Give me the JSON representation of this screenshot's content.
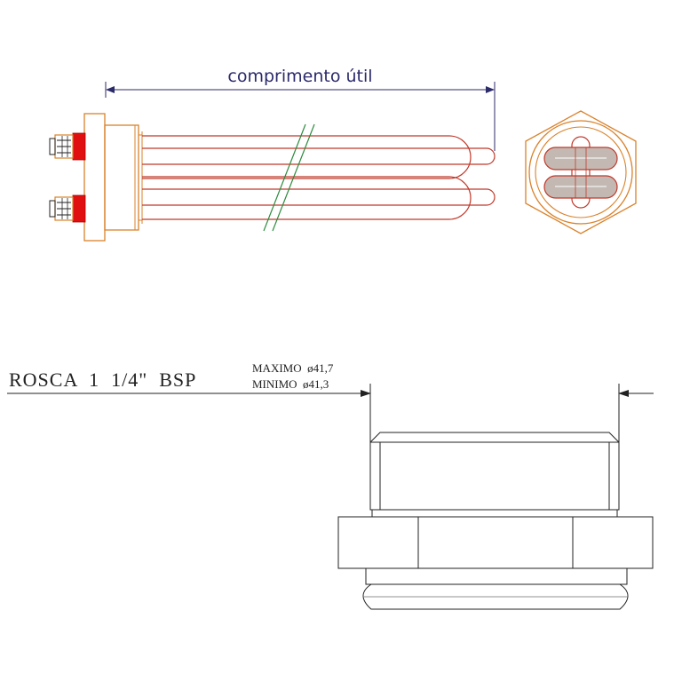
{
  "heater": {
    "dimension_label": "comprimento útil"
  },
  "thread": {
    "label": "ROSCA  1  1/4\"  BSP",
    "max_label": "MAXIMO  ø41,7",
    "min_label": "MINIMO  ø41,3"
  },
  "colors": {
    "outline_orange": "#d9822b",
    "tube_red": "#c0392b",
    "terminal_red": "#e01010",
    "break_green": "#2e8b3e",
    "dimension_navy": "#2b2a6b",
    "line_black": "#222222"
  }
}
